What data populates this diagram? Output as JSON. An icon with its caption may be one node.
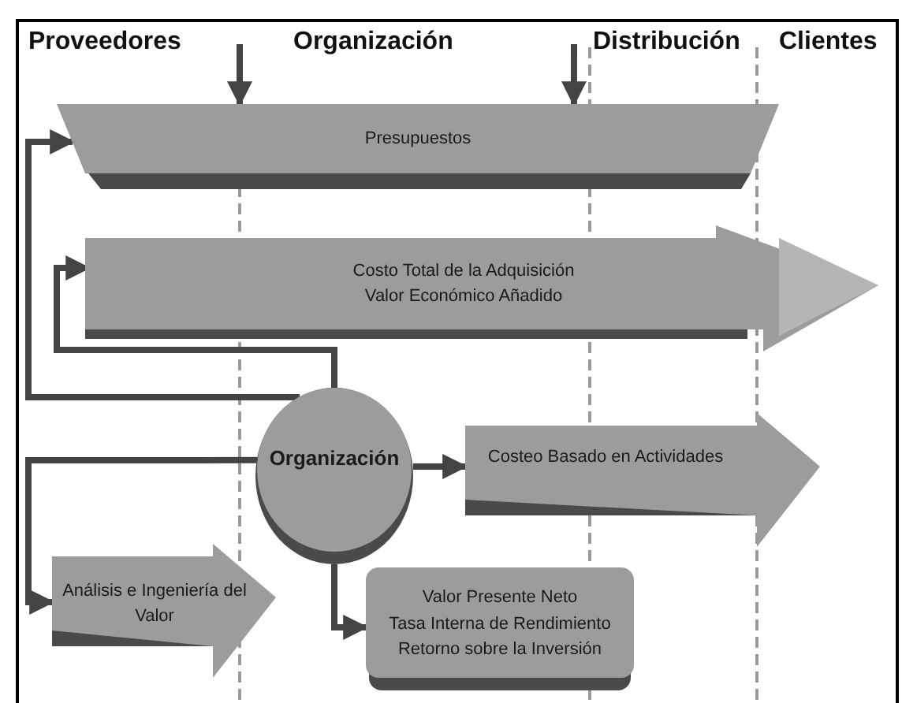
{
  "diagram": {
    "nodes": [
      {
        "text": [
          "Presupuestos"
        ]
      },
      {
        "text": [
          "Costo Total de la Adquisición",
          "Valor Económico Añadido"
        ]
      },
      {
        "text": [
          "Organización"
        ]
      },
      {
        "text": [
          "Costeo Basado en Actividades"
        ]
      },
      {
        "text": [
          "Análisis e Ingeniería del Valor"
        ]
      },
      {
        "text": [
          "Valor Presente Neto",
          "Tasa Interna de Rendimiento",
          "Retorno sobre la Inversión"
        ]
      }
    ],
    "edges": [
      {
        "from": 2,
        "to": 0,
        "arrow": "to"
      },
      {
        "from": 2,
        "to": 1,
        "arrow": "to"
      },
      {
        "from": 2,
        "to": 4,
        "arrow": "to"
      },
      {
        "from": 2,
        "to": 3,
        "arrow": "to"
      },
      {
        "from": 2,
        "to": 5,
        "arrow": "to"
      },
      {
        "from": null,
        "to": 0,
        "arrow": "to"
      },
      {
        "from": null,
        "to": 0,
        "arrow": "to"
      }
    ],
    "labels": [
      "Proveedores",
      "Organización",
      "Distribución",
      "Clientes"
    ]
  }
}
